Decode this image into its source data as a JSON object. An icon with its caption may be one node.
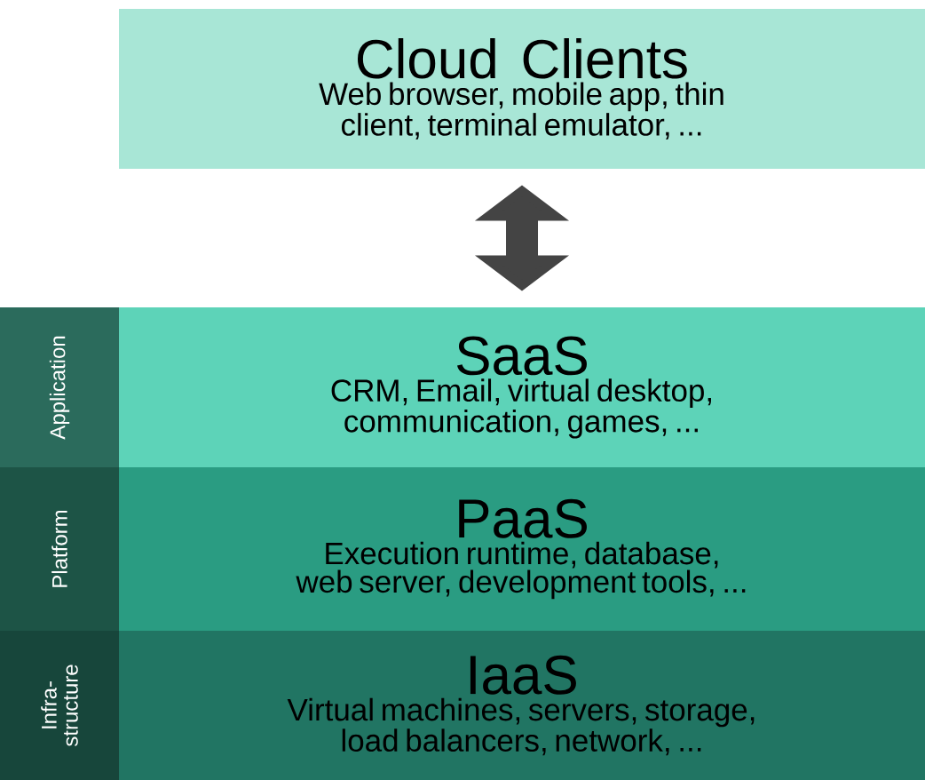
{
  "diagram": {
    "nodes": [
      {
        "text": [
          "Cloud Clients",
          "Web browser, mobile app, thin client, terminal emulator, ..."
        ]
      },
      {
        "text": [
          "SaaS",
          "CRM, Email, virtual desktop, communication, games, ..."
        ]
      },
      {
        "text": [
          "PaaS",
          "Execution runtime, database, web server, development tools, ..."
        ]
      },
      {
        "text": [
          "IaaS",
          "Virtual machines, servers, storage, load balancers, network, ..."
        ]
      },
      {
        "text": [
          "Application"
        ]
      },
      {
        "text": [
          "Platform"
        ]
      },
      {
        "text": [
          "Infra- structure"
        ]
      }
    ],
    "edges": [
      {
        "from": 0,
        "to": 1,
        "arrow": "both"
      }
    ]
  }
}
